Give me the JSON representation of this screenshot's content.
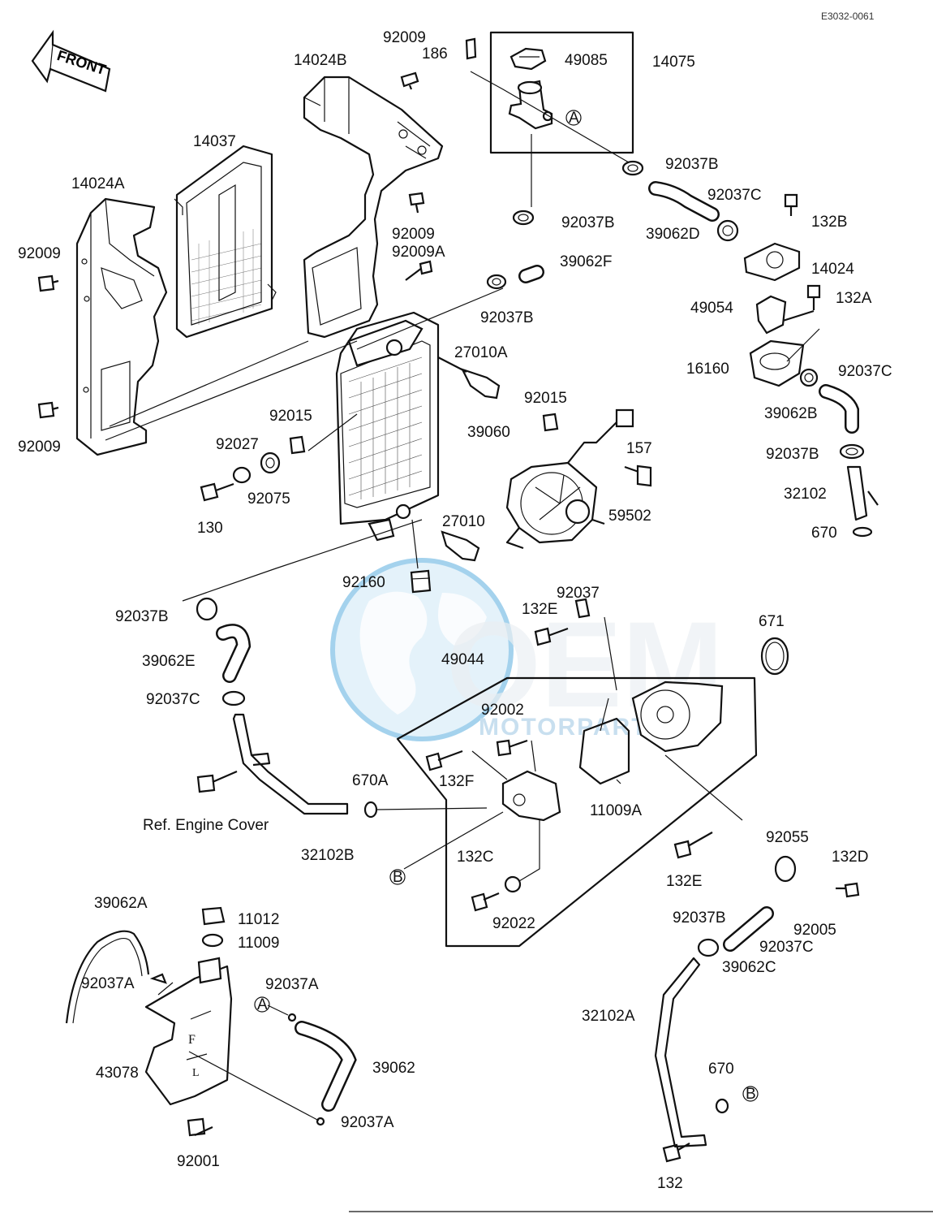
{
  "header": {
    "code": "E3032-0061",
    "front_label": "FRONT"
  },
  "watermark": {
    "main": "OEM",
    "sub": "MOTORPARTS",
    "globe_color": "#5aaee0",
    "text_color": "#2a7fc1"
  },
  "refs": {
    "a": "A",
    "b": "B"
  },
  "labels": {
    "l_92009_top": "92009",
    "l_186": "186",
    "l_49085": "49085",
    "l_14075": "14075",
    "l_14024B": "14024B",
    "l_14037": "14037",
    "l_14024A": "14024A",
    "l_92009_left1": "92009",
    "l_92009_left2": "92009",
    "l_92009_mid": "92009",
    "l_92009A": "92009A",
    "l_92037B_1": "92037B",
    "l_92037C_1": "92037C",
    "l_39062D": "39062D",
    "l_132B": "132B",
    "l_92037B_2": "92037B",
    "l_39062F": "39062F",
    "l_14024": "14024",
    "l_92037B_3": "92037B",
    "l_49054": "49054",
    "l_132A": "132A",
    "l_27010A": "27010A",
    "l_16160": "16160",
    "l_92037C_2": "92037C",
    "l_92015_1": "92015",
    "l_92015_2": "92015",
    "l_39062B": "39062B",
    "l_39060": "39060",
    "l_92027": "92027",
    "l_157": "157",
    "l_92037B_4": "92037B",
    "l_92075": "92075",
    "l_32102": "32102",
    "l_130": "130",
    "l_59502": "59502",
    "l_27010": "27010",
    "l_670_1": "670",
    "l_92160": "92160",
    "l_92037": "92037",
    "l_92037B_5": "92037B",
    "l_132E_1": "132E",
    "l_671": "671",
    "l_39062E": "39062E",
    "l_49044": "49044",
    "l_92037C_3": "92037C",
    "l_92002": "92002",
    "l_670A": "670A",
    "l_132F": "132F",
    "l_11009A": "11009A",
    "l_ref": "Ref. Engine Cover",
    "l_32102B": "32102B",
    "l_92055": "92055",
    "l_132C": "132C",
    "l_132E_2": "132E",
    "l_132D": "132D",
    "l_39062A": "39062A",
    "l_11012": "11012",
    "l_92022": "92022",
    "l_92037B_6": "92037B",
    "l_92005": "92005",
    "l_11009": "11009",
    "l_92037C_4": "92037C",
    "l_92037A_1": "92037A",
    "l_92037A_2": "92037A",
    "l_39062C": "39062C",
    "l_32102A": "32102A",
    "l_43078": "43078",
    "l_39062": "39062",
    "l_670_2": "670",
    "l_92037A_3": "92037A",
    "l_92001": "92001",
    "l_132": "132"
  }
}
